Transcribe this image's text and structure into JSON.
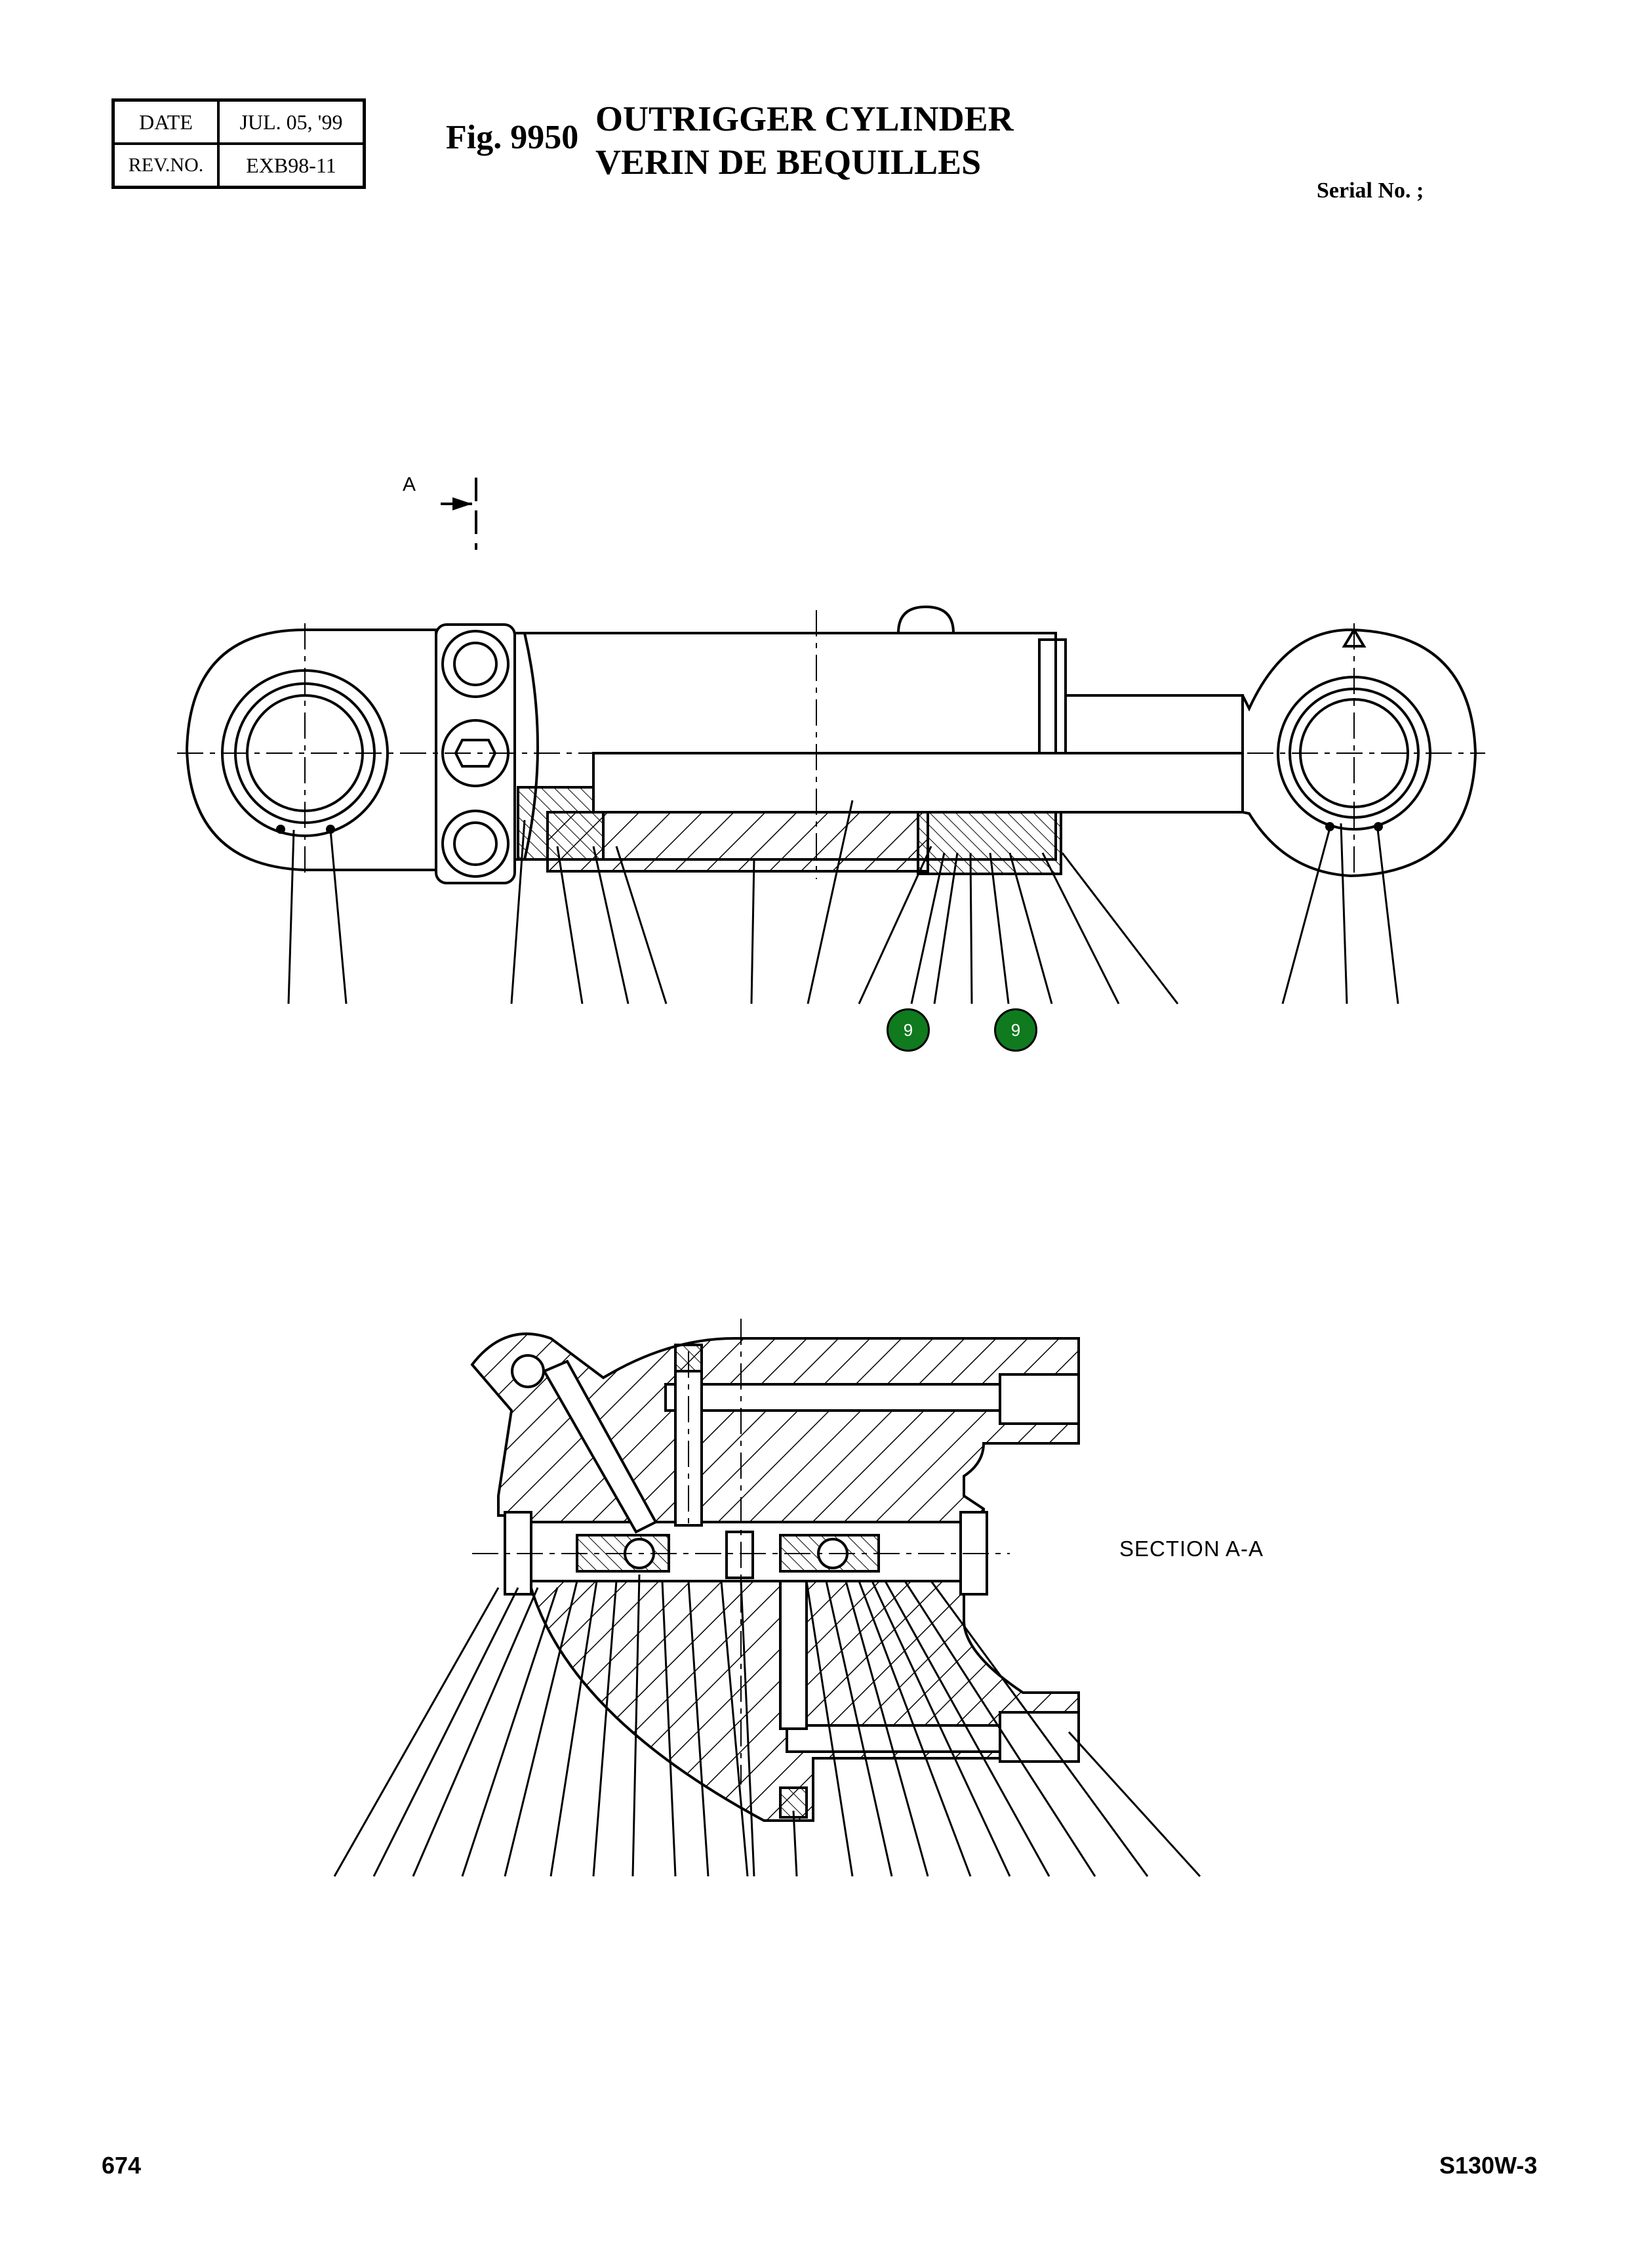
{
  "header": {
    "date_label": "DATE",
    "date_value": "JUL. 05, '99",
    "rev_label": "REV.NO.",
    "rev_value": "EXB98-11",
    "fig_label": "Fig. 9950",
    "title_line1": "OUTRIGGER CYLINDER",
    "title_line2": "VERIN DE BEQUILLES",
    "serial_label": "Serial No. ;"
  },
  "drawing": {
    "section_marker": "A",
    "section_label": "SECTION  A-A",
    "callouts": [
      {
        "label": "9"
      },
      {
        "label": "9"
      }
    ]
  },
  "footer": {
    "page_number": "674",
    "model": "S130W-3"
  }
}
